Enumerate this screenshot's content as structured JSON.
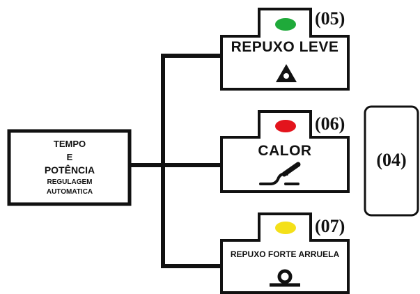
{
  "main_box": {
    "line1": "TEMPO",
    "line2": "E",
    "line3": "POTÊNCIA",
    "line4": "REGULAGEM",
    "line5": "AUTOMATICA"
  },
  "controls": [
    {
      "number": "(05)",
      "label": "REPUXO LEVE",
      "led_color": "#1faa3a",
      "icon": "triangle-dot-icon"
    },
    {
      "number": "(06)",
      "label": "CALOR",
      "led_color": "#e3141c",
      "icon": "heat-iron-icon"
    },
    {
      "number": "(07)",
      "label": "REPUXO FORTE ARRUELA",
      "led_color": "#f4e019",
      "icon": "washer-icon"
    }
  ],
  "side_box": {
    "number": "(04)"
  }
}
